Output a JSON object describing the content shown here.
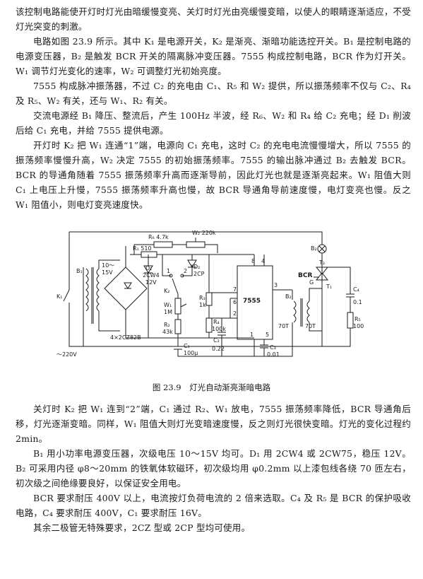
{
  "paragraphs_top": [
    "该控制电路能使开灯时灯光由暗缓慢变亮、关灯时灯光由亮缓慢变暗，以使人的眼睛逐渐适应，不受灯光突变的刺激。",
    "电路如图 23.9 所示。其中 K₁ 是电源开关，K₂ 是渐亮、渐暗功能选控开关。B₁ 是控制电路的电源变压器，B₂ 是触发 BCR 开关的隔离脉冲变压器。7555 构成控制电路，BCR 作为灯开关。W₁ 调节灯光变化的速率，W₂ 可调整灯光初始亮度。",
    "7555 构成脉冲振荡器，不过 C₂ 的充电由 C₁、R₅ 和 W₂ 提供，所以振荡频率不仅与 C₂、R₄ 及 R₅、W₂ 有关，还与 W₁、R₂ 有关。",
    "交流电源经 B₁ 降压、整流后，产生 100Hz 半波，经 R₆、W₂ 和 R₄ 给 C₂ 充电；经 D₁ 削波后给 C₁ 充电，并给 7555 提供电源。",
    "开灯时 K₂ 把 W₁ 连通“1”端，电源向 C₁ 充电，这时 C₂ 的充电电流慢慢增大，所以 7555 的振荡频率慢慢升高，W₂ 决定 7555 的初始振荡频率。7555 的输出脉冲通过 B₂ 去触发 BCR。BCR 的导通角随着 7555 振荡频率升高而逐渐导前，因此灯光也就是逐渐亮起来。W₁ 阻值大则 C₁ 上电压上升慢，7555 振荡频率升高也慢，故 BCR 导通角导前速度慢，电灯变亮也慢。反之 W₁ 阻值小，则电灯变亮速度快。"
  ],
  "figure": {
    "caption": "图 23.9　灯光自动渐亮渐暗电路",
    "labels": {
      "R6": "R₆ 4.7k",
      "W2": "W₂ 220k",
      "R1": "R₁ 510",
      "B1": "B₁",
      "v1015": "10～",
      "v15": "15V",
      "D1": "D₁",
      "D1t": "2CW4",
      "D1v": "12V",
      "D2": "D₂",
      "D2t": "2CP",
      "sw1": "1",
      "sw2": "2",
      "K2": "K₂",
      "W1": "W₁",
      "W1v": "1M",
      "R2": "R₂",
      "R2v": "43k",
      "R3": "R₃",
      "R3v": "1k",
      "R4": "R₄",
      "R4v": "100k",
      "C1": "C₁",
      "C1v": "100μ",
      "C2": "C₂",
      "C2v": "0.22",
      "C3": "C₃",
      "C3v": "0.01",
      "ic": "7555",
      "p8": "8",
      "p4": "4",
      "p7": "7",
      "p6": "6",
      "p2": "2",
      "p3": "3",
      "p1": "1",
      "p5": "5",
      "B2": "B₂",
      "t70a": "70T",
      "t70b": "70T",
      "BCR": "BCR",
      "T2": "T₂",
      "T1": "T₁",
      "G": "G",
      "Bz": "B₂",
      "C4": "C₄",
      "C4v": "0.1",
      "R5": "R₅",
      "R5v": "100",
      "K1": "K₁",
      "ac": "～220V",
      "diodes": "4×2CZ82B"
    }
  },
  "paragraphs_bottom": [
    "关灯时 K₂ 把 W₁ 连到“2”端，C₁ 通过 R₂、W₁ 放电，7555 振荡频率降低，BCR 导通角后移，灯光逐渐变暗。同样，W₁ 阻值大则灯光变暗速度慢，反之则灯光很快变暗。灯光的变化过程约 2min。",
    "B₁ 用小功率电源变压器，次级电压 10～15V 均可。D₁ 用 2CW4 或 2CW75，稳压 12V。B₂ 可采用内径 φ8～20mm 的铁氧体软磁环，初次级均用 φ0.2mm 以上漆包线各绕 70 匝左右，初次级之间绝缘要良好，以保证安全用电。",
    "BCR 要求耐压 400V 以上，电流按灯负荷电流的 2 倍来选取。C₄ 及 R₅ 是 BCR 的保护吸收电路，C₄ 要求耐压 400V，C₁ 要求耐压 16V。",
    "其余二极管无特殊要求，2CZ 型或 2CP 型均可使用。"
  ]
}
